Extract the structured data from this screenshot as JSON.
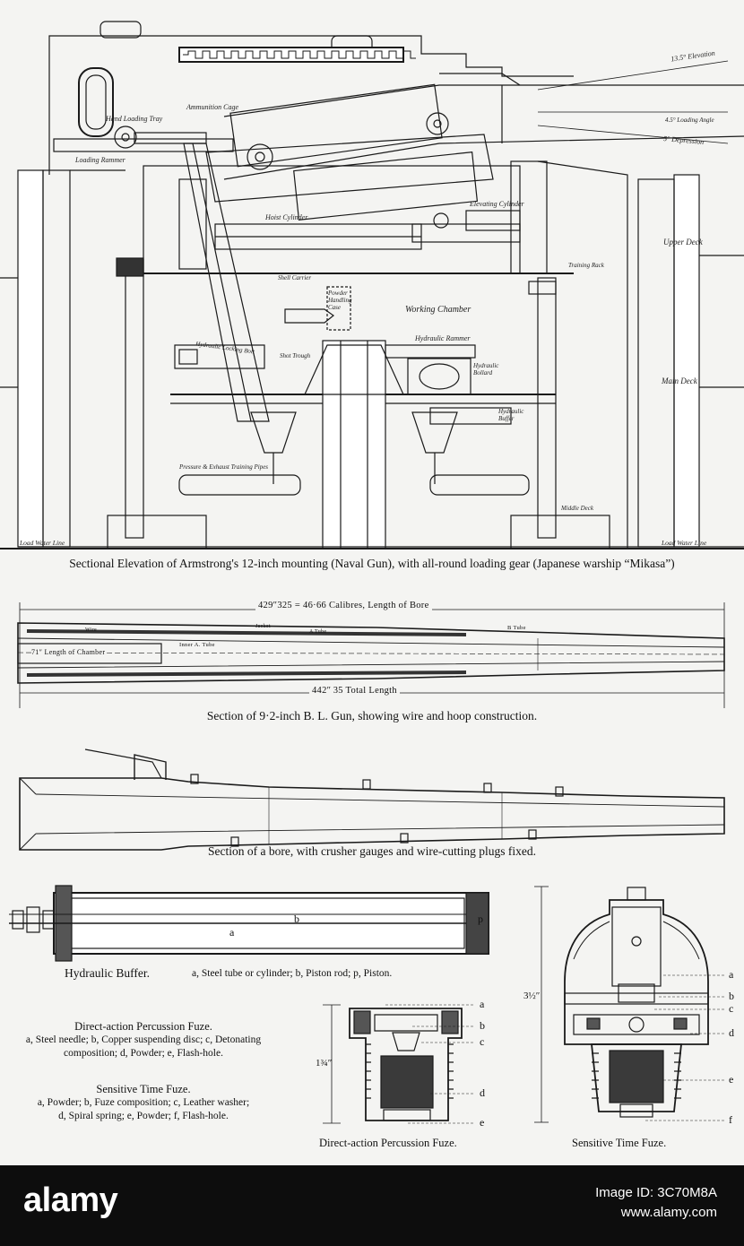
{
  "figure1": {
    "caption": "Sectional Elevation of Armstrong's 12-inch mounting (Naval Gun), with all-round loading gear (Japanese warship “Mikasa”)",
    "labels": {
      "elevation": "13.5° Elevation",
      "loading_angle": "4.5° Loading Angle",
      "depression": "5° Depression",
      "ammunition_cage": "Ammunition Cage",
      "hand_loading_tray": "Hand Loading Tray",
      "loading_rammer": "Loading Rammer",
      "hoist_cylinder": "Hoist Cylinder",
      "elevating_cylinder": "Elevating Cylinder",
      "upper_deck": "Upper Deck",
      "training_rack": "Training Rack",
      "shell_carrier": "Shell Carrier",
      "powder_handling_case": "Powder Handling Case",
      "working_chamber": "Working Chamber",
      "hydraulic_rammer": "Hydraulic Rammer",
      "hydraulic_bollard": "Hydraulic Bollard",
      "hydraulic_locking_bolt": "Hydraulic Locking Bolt",
      "shot_trough": "Shot Trough",
      "main_deck": "Main Deck",
      "hydraulic_buffer": "Hydraulic Buffer",
      "pressure_exhaust_pipes": "Pressure & Exhaust Training Pipes",
      "middle_deck": "Middle Deck",
      "load_water_line_left": "Load Water Line",
      "load_water_line_right": "Load Water Line"
    }
  },
  "figure2": {
    "caption": "Section of 9·2-inch B. L. Gun, showing wire and hoop construction.",
    "bore_length": "429″325 = 46·66 Calibres, Length of Bore",
    "total_length": "442″ 35 Total Length",
    "chamber_length": "71″ Length of Chamber",
    "inner_a_tube": "Inner A. Tube",
    "b_tube": "B Tube",
    "wire": "Wire",
    "jacket": "Jacket",
    "a_tube": "A Tube"
  },
  "figure3": {
    "caption": "Section of a bore, with crusher gauges and wire-cutting plugs fixed."
  },
  "figure4": {
    "title": "Hydraulic Buffer.",
    "legend": "a, Steel tube or cylinder; b, Piston rod; p, Piston.",
    "letters": [
      "a",
      "b",
      "p"
    ]
  },
  "legend_percussion": {
    "title": "Direct-action Percussion Fuze.",
    "line1": "a, Steel needle; b, Copper suspending disc; c, Detonating",
    "line2": "composition; d, Powder; e, Flash-hole."
  },
  "legend_time": {
    "title": "Sensitive Time Fuze.",
    "line1": "a, Powder; b, Fuze composition; c, Leather washer;",
    "line2": "d, Spiral spring; e, Powder; f, Flash-hole."
  },
  "figure5": {
    "caption": "Direct-action Percussion Fuze.",
    "dimension": "1¾″",
    "letters": [
      "a",
      "b",
      "c",
      "d",
      "e"
    ]
  },
  "figure6": {
    "caption": "Sensitive Time Fuze.",
    "dimension": "3½″",
    "letters": [
      "a",
      "b",
      "c",
      "d",
      "e",
      "f"
    ]
  },
  "footer": {
    "logo": "alamy",
    "image_id": "Image ID: 3C70M8A",
    "site": "www.alamy.com"
  }
}
